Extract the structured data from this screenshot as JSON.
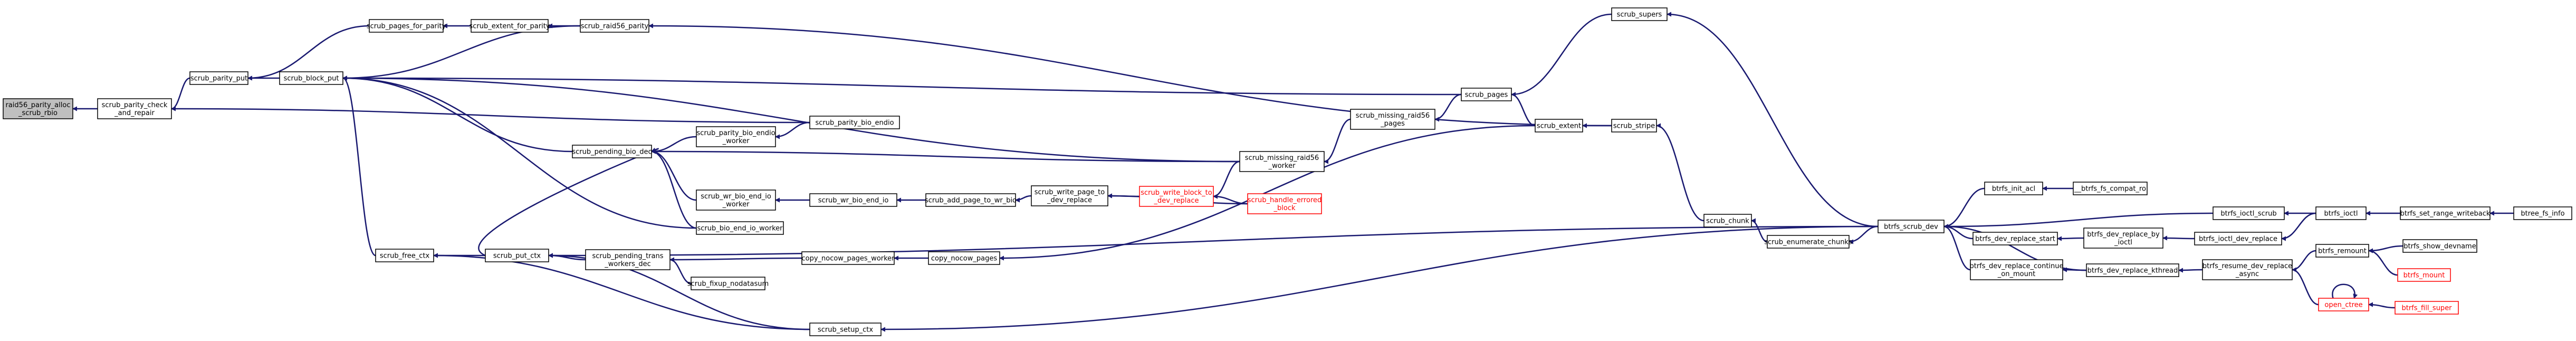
{
  "colors": {
    "edge": "#191970",
    "node_fill": "#ffffff",
    "focus_fill": "#bfbfbf",
    "node_stroke": "#000000",
    "red": "#ff0000"
  },
  "nodes": [
    {
      "id": "n0",
      "lines": [
        "raid56_parity_alloc",
        "_scrub_rbio"
      ]
    },
    {
      "id": "n1",
      "lines": [
        "scrub_parity_check",
        "_and_repair"
      ]
    },
    {
      "id": "n2",
      "lines": [
        "scrub_parity_put"
      ]
    },
    {
      "id": "n3",
      "lines": [
        "scrub_block_put"
      ]
    },
    {
      "id": "n4",
      "lines": [
        "scrub_pages_for_parity"
      ]
    },
    {
      "id": "n5",
      "lines": [
        "scrub_extent_for_parity"
      ]
    },
    {
      "id": "n6",
      "lines": [
        "scrub_raid56_parity"
      ]
    },
    {
      "id": "n7",
      "lines": [
        "scrub_free_ctx"
      ]
    },
    {
      "id": "n8",
      "lines": [
        "scrub_put_ctx"
      ]
    },
    {
      "id": "n9",
      "lines": [
        "scrub_pending_bio_dec"
      ]
    },
    {
      "id": "n10",
      "lines": [
        "scrub_parity_bio_endio",
        "_worker"
      ]
    },
    {
      "id": "n11",
      "lines": [
        "scrub_parity_bio_endio"
      ]
    },
    {
      "id": "n12",
      "lines": [
        "scrub_wr_bio_end_io",
        "_worker"
      ]
    },
    {
      "id": "n13",
      "lines": [
        "scrub_wr_bio_end_io"
      ]
    },
    {
      "id": "n14",
      "lines": [
        "scrub_add_page_to_wr_bio"
      ]
    },
    {
      "id": "n15",
      "lines": [
        "scrub_write_page_to",
        "_dev_replace"
      ]
    },
    {
      "id": "n16",
      "lines": [
        "scrub_write_block_to",
        "_dev_replace"
      ],
      "red": true
    },
    {
      "id": "n17",
      "lines": [
        "scrub_handle_errored",
        "_block"
      ],
      "red": true
    },
    {
      "id": "n18",
      "lines": [
        "scrub_missing_raid56",
        "_worker"
      ]
    },
    {
      "id": "n19",
      "lines": [
        "scrub_missing_raid56",
        "_pages"
      ]
    },
    {
      "id": "n20",
      "lines": [
        "scrub_pages"
      ]
    },
    {
      "id": "n21",
      "lines": [
        "scrub_extent"
      ]
    },
    {
      "id": "n22",
      "lines": [
        "scrub_stripe"
      ]
    },
    {
      "id": "n23",
      "lines": [
        "scrub_supers"
      ]
    },
    {
      "id": "n24",
      "lines": [
        "scrub_chunk"
      ]
    },
    {
      "id": "n25",
      "lines": [
        "scrub_enumerate_chunks"
      ]
    },
    {
      "id": "n26",
      "lines": [
        "scrub_bio_end_io_worker"
      ]
    },
    {
      "id": "n27",
      "lines": [
        "scrub_pending_trans",
        "_workers_dec"
      ]
    },
    {
      "id": "n28",
      "lines": [
        "scrub_fixup_nodatasum"
      ]
    },
    {
      "id": "n29",
      "lines": [
        "copy_nocow_pages_worker"
      ]
    },
    {
      "id": "n30",
      "lines": [
        "copy_nocow_pages"
      ]
    },
    {
      "id": "n31",
      "lines": [
        "scrub_setup_ctx"
      ]
    },
    {
      "id": "n32",
      "lines": [
        "btrfs_scrub_dev"
      ]
    },
    {
      "id": "n33",
      "lines": [
        "btrfs_ioctl_scrub"
      ]
    },
    {
      "id": "n34",
      "lines": [
        "btrfs_ioctl"
      ]
    },
    {
      "id": "n35",
      "lines": [
        "btrfs_init_acl"
      ]
    },
    {
      "id": "n36",
      "lines": [
        "__btrfs_fs_compat_ro"
      ]
    },
    {
      "id": "n37",
      "lines": [
        "btrfs_dev_replace_start"
      ]
    },
    {
      "id": "n38",
      "lines": [
        "btrfs_dev_replace_by",
        "_ioctl"
      ]
    },
    {
      "id": "n39",
      "lines": [
        "btrfs_ioctl_dev_replace"
      ]
    },
    {
      "id": "n40",
      "lines": [
        "btrfs_set_range_writeback"
      ]
    },
    {
      "id": "n41",
      "lines": [
        "btree_fs_info"
      ]
    },
    {
      "id": "n42",
      "lines": [
        "btrfs_dev_replace_continue",
        "_on_mount"
      ]
    },
    {
      "id": "n43",
      "lines": [
        "btrfs_dev_replace_kthread"
      ]
    },
    {
      "id": "n44",
      "lines": [
        "btrfs_resume_dev_replace",
        "_async"
      ]
    },
    {
      "id": "n45",
      "lines": [
        "btrfs_remount"
      ]
    },
    {
      "id": "n46",
      "lines": [
        "btrfs_show_devname"
      ]
    },
    {
      "id": "n47",
      "lines": [
        "btrfs_mount"
      ],
      "red": true
    },
    {
      "id": "n48",
      "lines": [
        "open_ctree"
      ],
      "red": true
    },
    {
      "id": "n49",
      "lines": [
        "btrfs_fill_super"
      ],
      "red": true
    }
  ],
  "edges": [
    [
      "n1",
      "n0"
    ],
    [
      "n2",
      "n1"
    ],
    [
      "n3",
      "n2"
    ],
    [
      "n4",
      "n2"
    ],
    [
      "n5",
      "n4"
    ],
    [
      "n6",
      "n5"
    ],
    [
      "n22",
      "n6"
    ],
    [
      "n20",
      "n3"
    ],
    [
      "n18",
      "n3"
    ],
    [
      "n9",
      "n3"
    ],
    [
      "n26",
      "n3"
    ],
    [
      "n6",
      "n3"
    ],
    [
      "n11",
      "n1"
    ],
    [
      "n7",
      "n3"
    ],
    [
      "n8",
      "n7"
    ],
    [
      "n31",
      "n7"
    ],
    [
      "n8",
      "n9"
    ],
    [
      "n27",
      "n8"
    ],
    [
      "n28",
      "n27"
    ],
    [
      "n29",
      "n27"
    ],
    [
      "n31",
      "n8"
    ],
    [
      "n32",
      "n8"
    ],
    [
      "n10",
      "n9"
    ],
    [
      "n11",
      "n10"
    ],
    [
      "n12",
      "n9"
    ],
    [
      "n13",
      "n12"
    ],
    [
      "n14",
      "n13"
    ],
    [
      "n15",
      "n14"
    ],
    [
      "n16",
      "n15"
    ],
    [
      "n17",
      "n15"
    ],
    [
      "n17",
      "n16"
    ],
    [
      "n18",
      "n16"
    ],
    [
      "n26",
      "n9"
    ],
    [
      "n18",
      "n9"
    ],
    [
      "n19",
      "n18"
    ],
    [
      "n20",
      "n19"
    ],
    [
      "n21",
      "n20"
    ],
    [
      "n22",
      "n21"
    ],
    [
      "n23",
      "n20"
    ],
    [
      "n24",
      "n22"
    ],
    [
      "n25",
      "n24"
    ],
    [
      "n32",
      "n25"
    ],
    [
      "n32",
      "n23"
    ],
    [
      "n30",
      "n29"
    ],
    [
      "n21",
      "n30"
    ],
    [
      "n32",
      "n31"
    ],
    [
      "n33",
      "n32"
    ],
    [
      "n34",
      "n33"
    ],
    [
      "n40",
      "n34"
    ],
    [
      "n41",
      "n40"
    ],
    [
      "n35",
      "n32"
    ],
    [
      "n36",
      "n35"
    ],
    [
      "n37",
      "n32"
    ],
    [
      "n38",
      "n37"
    ],
    [
      "n39",
      "n38"
    ],
    [
      "n34",
      "n39"
    ],
    [
      "n42",
      "n32"
    ],
    [
      "n43",
      "n42"
    ],
    [
      "n43",
      "n32"
    ],
    [
      "n44",
      "n43"
    ],
    [
      "n45",
      "n44"
    ],
    [
      "n48",
      "n44"
    ],
    [
      "n46",
      "n45"
    ],
    [
      "n47",
      "n45"
    ],
    [
      "n48",
      "n48"
    ],
    [
      "n49",
      "n48"
    ]
  ]
}
